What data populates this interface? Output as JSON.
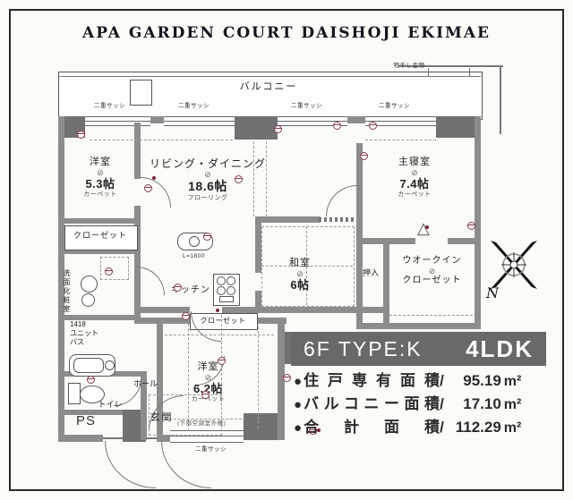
{
  "title": "APA GARDEN COURT DAISHOJI EKIMAE",
  "plan": {
    "balcony": "バルコニー",
    "laundry_hw": "物干し金物",
    "double_sash": "二重サッシ",
    "counter_len": "L=1800",
    "ac_note": "(下部空調室外機)",
    "compass_n": "N",
    "light_symbol": "⊘",
    "door_mark": "△",
    "rooms": {
      "bed1": {
        "name": "洋室",
        "size": "5.3帖",
        "floor": "カーペット"
      },
      "living": {
        "name": "リビング・ダイニング",
        "size": "18.6帖",
        "floor": "フローリング"
      },
      "master": {
        "name": "主寝室",
        "size": "7.4帖",
        "floor": "カーペット"
      },
      "washitsu": {
        "name": "和室",
        "size": "6帖"
      },
      "bed3": {
        "name": "洋室",
        "size": "6.2帖",
        "floor": "カーペット"
      },
      "oshiire": "押入",
      "wic_line1": "ウオークイン",
      "wic_line2": "クローゼット",
      "kitchen": "キッチン",
      "closet_top": "クローゼット",
      "closet_bottom": "クローゼット",
      "senmen": "洗面化粧室",
      "unitbath": "1418\nユニット\nバス",
      "toilet": "トイレ",
      "ps": "PS",
      "hall": "ホール",
      "genkan": "玄関"
    }
  },
  "info": {
    "floor_type": "6F TYPE:K",
    "layout": "4LDK",
    "bullet": "●",
    "slash": "/",
    "areas": [
      {
        "label": "住戸専有面積",
        "value": "95.19",
        "unit": "m²"
      },
      {
        "label": "バルコニー面積",
        "value": "17.10",
        "unit": "m²"
      },
      {
        "label": "合計面積",
        "value": "112.29",
        "unit": "m²"
      }
    ]
  }
}
